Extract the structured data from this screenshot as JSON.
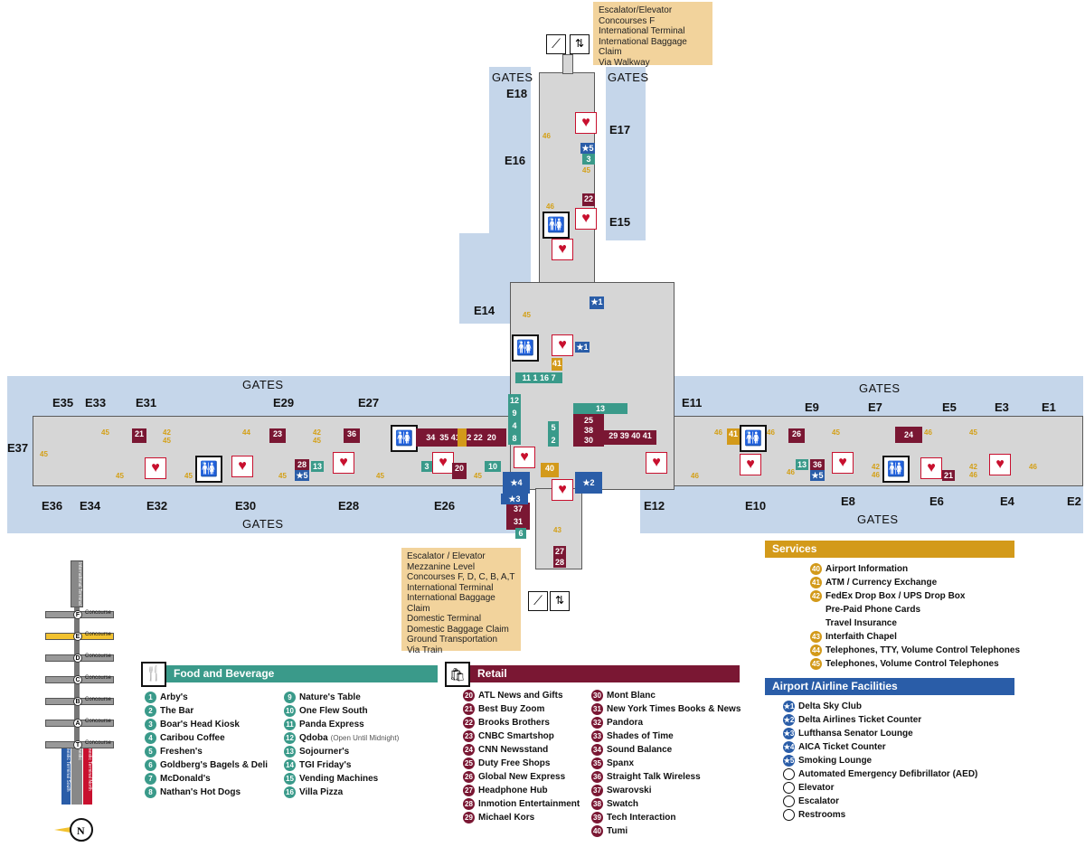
{
  "gates_label": "GATES",
  "gates_top_left": [
    "E35",
    "E33",
    "E31",
    "E29",
    "E27"
  ],
  "gates_bottom_left": [
    "E36",
    "E34",
    "E32",
    "E30",
    "E28",
    "E26"
  ],
  "gates_top_right": [
    "E11",
    "E9",
    "E7",
    "E5",
    "E3",
    "E1"
  ],
  "gates_bottom_right": [
    "E12",
    "E10",
    "E8",
    "E6",
    "E4",
    "E2"
  ],
  "gates_north": [
    "E18",
    "E17",
    "E16",
    "E15",
    "E14",
    "E37"
  ],
  "note_top": [
    "Escalator/Elevator",
    "Concourses F",
    "International Terminal",
    "International Baggage Claim",
    "Via Walkway"
  ],
  "note_bottom": [
    "Escalator / Elevator",
    "Mezzanine Level",
    "Concourses  F, D, C, B, A,T",
    "International Terminal",
    "International Baggage Claim",
    "Domestic Terminal",
    "Domestic Baggage Claim",
    "Ground Transportation",
    "Via Train"
  ],
  "mini_map": {
    "concourses": [
      "F",
      "E",
      "D",
      "C",
      "B",
      "A",
      "T"
    ],
    "concourse_label": "Concourse",
    "terminal_label": "International Terminal",
    "domestic_north": "Domestic Terminal North",
    "domestic_south": "Domestic Terminal South",
    "domestic": "Domestic"
  },
  "food": {
    "title": "Food and Beverage",
    "left": [
      [
        "1",
        "Arby's"
      ],
      [
        "2",
        "The Bar"
      ],
      [
        "3",
        "Boar's Head Kiosk"
      ],
      [
        "4",
        "Caribou Coffee"
      ],
      [
        "5",
        "Freshen's"
      ],
      [
        "6",
        "Goldberg's Bagels & Deli"
      ],
      [
        "7",
        "McDonald's"
      ],
      [
        "8",
        "Nathan's Hot Dogs"
      ]
    ],
    "right": [
      [
        "9",
        "Nature's Table"
      ],
      [
        "10",
        "One Flew South"
      ],
      [
        "11",
        "Panda Express"
      ],
      [
        "12",
        "Qdoba"
      ],
      [
        "13",
        "Sojourner's"
      ],
      [
        "14",
        "TGI Friday's"
      ],
      [
        "15",
        "Vending Machines"
      ],
      [
        "16",
        "Villa Pizza"
      ]
    ],
    "qdoba_note": "(Open Until Midnight)"
  },
  "retail": {
    "title": "Retail",
    "left": [
      [
        "20",
        "ATL News and Gifts"
      ],
      [
        "21",
        "Best Buy Zoom"
      ],
      [
        "22",
        "Brooks Brothers"
      ],
      [
        "23",
        "CNBC Smartshop"
      ],
      [
        "24",
        "CNN Newsstand"
      ],
      [
        "25",
        "Duty Free Shops"
      ],
      [
        "26",
        "Global New Express"
      ],
      [
        "27",
        "Headphone Hub"
      ],
      [
        "28",
        "Inmotion Entertainment"
      ],
      [
        "29",
        "Michael Kors"
      ]
    ],
    "right": [
      [
        "30",
        "Mont Blanc"
      ],
      [
        "31",
        "New York Times Books & News"
      ],
      [
        "32",
        "Pandora"
      ],
      [
        "33",
        "Shades of Time"
      ],
      [
        "34",
        "Sound Balance"
      ],
      [
        "35",
        "Spanx"
      ],
      [
        "36",
        "Straight Talk Wireless"
      ],
      [
        "37",
        "Swarovski"
      ],
      [
        "38",
        "Swatch"
      ],
      [
        "39",
        "Tech Interaction"
      ],
      [
        "40",
        "Tumi"
      ]
    ]
  },
  "services": {
    "title": "Services",
    "items": [
      [
        "40",
        "Airport Information"
      ],
      [
        "41",
        "ATM / Currency Exchange"
      ],
      [
        "42",
        "FedEx Drop Box / UPS Drop Box"
      ],
      [
        "",
        "Pre-Paid Phone Cards"
      ],
      [
        "",
        "Travel Insurance"
      ],
      [
        "43",
        "Interfaith Chapel"
      ],
      [
        "44",
        "Telephones, TTY, Volume Control Telephones"
      ],
      [
        "45",
        "Telephones, Volume Control Telephones"
      ]
    ]
  },
  "airline": {
    "title": "Airport /Airline Facilities",
    "items": [
      [
        "★1",
        "Delta Sky Club"
      ],
      [
        "★2",
        "Delta Airlines Ticket Counter"
      ],
      [
        "★3",
        "Lufthansa Senator Lounge"
      ],
      [
        "★4",
        "AICA Ticket Counter"
      ],
      [
        "★5",
        "Smoking Lounge"
      ],
      [
        "",
        "Automated Emergency Defibrillator (AED)"
      ],
      [
        "",
        "Elevator"
      ],
      [
        "",
        "Escalator"
      ],
      [
        "",
        "Restrooms"
      ]
    ]
  },
  "colors": {
    "food": "#3a9a8a",
    "retail": "#7a1733",
    "services": "#d39a1a",
    "airline": "#2a5da8",
    "gates": "#c5d6ea",
    "note": "#f2d39c"
  }
}
